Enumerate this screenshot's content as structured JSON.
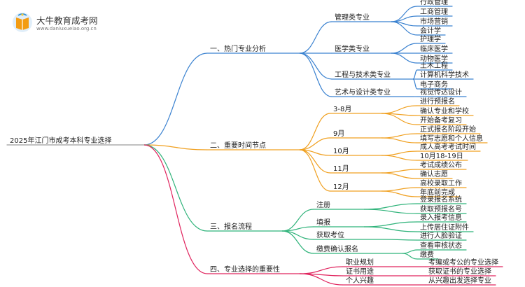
{
  "site": {
    "name": "大牛教育成考网",
    "url": "www.daniuxueiao.org.cn",
    "brand_colors": {
      "orange": "#f39c12",
      "blue": "#2c8fd6",
      "yellow": "#f3c93a"
    }
  },
  "root": {
    "label": "2025年江门市成考本科专业选择"
  },
  "branches": [
    {
      "label": "一、热门专业分析",
      "color": "#3b82d0",
      "children": [
        {
          "label": "管理类专业",
          "children": [
            "行政管理",
            "工商管理",
            "市场营销",
            "会计学"
          ]
        },
        {
          "label": "医学类专业",
          "children": [
            "护理学",
            "临床医学",
            "动物医学"
          ]
        },
        {
          "label": "工程与技术类专业",
          "children": [
            "土木工程",
            "计算机科学技术",
            "电子商务"
          ]
        },
        {
          "label": "艺术与设计类专业",
          "children": [
            "视觉传达设计"
          ]
        }
      ]
    },
    {
      "label": "二、重要时间节点",
      "color": "#f0a020",
      "children": [
        {
          "label": "3-8月",
          "children": [
            "进行预报名",
            "确认专业和学校",
            "开始备考复习"
          ]
        },
        {
          "label": "9月",
          "children": [
            "正式报名阶段开始",
            "填写志愿和个人信息"
          ]
        },
        {
          "label": "10月",
          "children": [
            "成人高考考试时间",
            "10月18-19日"
          ]
        },
        {
          "label": "11月",
          "children": [
            "考试成绩公布",
            "确认志愿"
          ]
        },
        {
          "label": "12月",
          "children": [
            "高校录取工作",
            "年底前完成"
          ]
        }
      ]
    },
    {
      "label": "三、报名流程",
      "color": "#2fb37a",
      "children": [
        {
          "label": "注册",
          "children": [
            "登录报名系统",
            "获取预报名号"
          ]
        },
        {
          "label": "填报",
          "children": [
            "录入报考信息",
            "上传居住证附件"
          ]
        },
        {
          "label": "获取考位",
          "children": [
            "进行人脸验证"
          ]
        },
        {
          "label": "缴费确认报名",
          "children": [
            "查看审核状态",
            "缴费"
          ]
        }
      ]
    },
    {
      "label": "四、专业选择的重要性",
      "color": "#e0245e",
      "children": [
        {
          "label": "职业规划",
          "children": [
            "考编或考公的专业选择"
          ]
        },
        {
          "label": "证书用途",
          "children": [
            "获取证书的专业选择"
          ]
        },
        {
          "label": "个人兴趣",
          "children": [
            "从兴趣出发选择专业"
          ]
        }
      ]
    }
  ]
}
